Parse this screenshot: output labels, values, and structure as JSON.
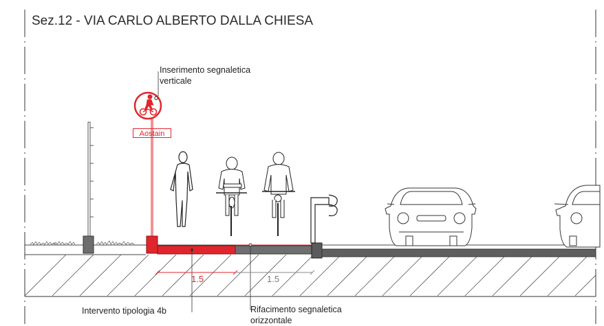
{
  "title": "Sez.12 - VIA CARLO ALBERTO DALLA CHIESA",
  "annotations": {
    "sign_note_line1": "Inserimento segnaletica",
    "sign_note_line2": "verticale",
    "intervention": "Intervento tipologia 4b",
    "markings_line1": "Rifacimento segnaletica",
    "markings_line2": "orizzontale"
  },
  "sign": {
    "caption": "Aostain",
    "icon": "pedestrian-bicycle-sign-icon"
  },
  "dimensions": [
    {
      "label": "1.5",
      "color": "#e0262d"
    },
    {
      "label": "1.5",
      "color": "#7a7a7a"
    }
  ],
  "colors": {
    "accent": "#e0262d",
    "ink": "#1e1e1e",
    "road": "#5f5f5f"
  }
}
